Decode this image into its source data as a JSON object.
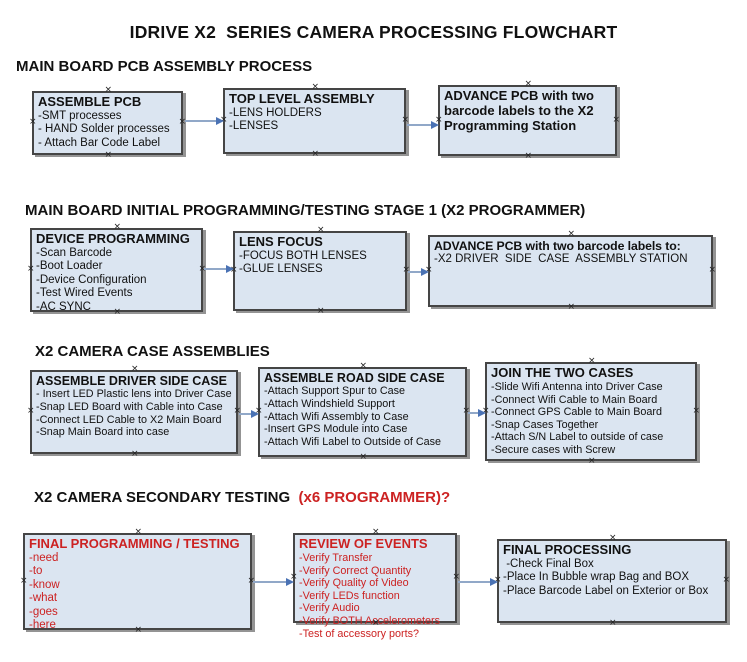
{
  "title": "IDRIVE X2  SERIES CAMERA PROCESSING FLOWCHART",
  "colors": {
    "box_fill": "#dbe5f1",
    "box_border": "#454545",
    "red_text": "#cc2222",
    "arrow_line": "#91a8c8",
    "arrow_head": "#4a72b4",
    "shadow": "#949494"
  },
  "decor": {
    "connection_marker": "×"
  },
  "sections": [
    {
      "header": "MAIN BOARD PCB ASSEMBLY PROCESS",
      "boxes": [
        {
          "title": "ASSEMBLE PCB",
          "lines": [
            "-SMT processes",
            "- HAND Solder processes",
            "- Attach Bar Code Label"
          ]
        },
        {
          "title": "TOP LEVEL ASSEMBLY",
          "lines": [
            "-LENS HOLDERS",
            "-LENSES"
          ]
        },
        {
          "title": "ADVANCE PCB with two barcode labels to the X2 Programming Station",
          "lines": []
        }
      ]
    },
    {
      "header": "MAIN BOARD INITIAL PROGRAMMING/TESTING STAGE 1 (X2 PROGRAMMER)",
      "boxes": [
        {
          "title": "DEVICE PROGRAMMING",
          "lines": [
            "-Scan Barcode",
            "-Boot Loader",
            "-Device Configuration",
            "-Test Wired Events",
            "-AC SYNC"
          ]
        },
        {
          "title": "LENS FOCUS",
          "lines": [
            "-FOCUS BOTH LENSES",
            "-GLUE LENSES"
          ]
        },
        {
          "title": "ADVANCE PCB with two barcode labels to:",
          "lines": [
            "-X2 DRIVER  SIDE  CASE  ASSEMBLY STATION"
          ]
        }
      ]
    },
    {
      "header": "X2 CAMERA CASE ASSEMBLIES",
      "boxes": [
        {
          "title": "ASSEMBLE DRIVER SIDE CASE",
          "lines": [
            "- Insert LED Plastic lens into Driver Case",
            "-Snap LED Board with Cable into Case",
            "-Connect LED Cable to X2 Main Board",
            "-Snap Main Board into case"
          ]
        },
        {
          "title": "ASSEMBLE ROAD SIDE CASE",
          "lines": [
            "-Attach Support Spur to Case",
            "-Attach Windshield Support",
            "-Attach Wifi Assembly to Case",
            "-Insert GPS Module into Case",
            "-Attach Wifi Label to Outside of Case"
          ]
        },
        {
          "title": "JOIN THE TWO CASES",
          "lines": [
            "-Slide Wifi Antenna into Driver Case",
            "-Connect Wifi Cable to Main Board",
            "-Connect GPS Cable to Main Board",
            "-Snap Cases Together",
            "-Attach S/N Label to outside of case",
            "-Secure cases with Screw"
          ]
        }
      ]
    },
    {
      "header": "X2 CAMERA SECONDARY TESTING ",
      "header_suffix": " (x6 PROGRAMMER)?",
      "boxes": [
        {
          "title": "FINAL PROGRAMMING / TESTING",
          "color": "red",
          "lines": [
            "-need",
            "-to",
            "-know",
            "-what",
            "-goes",
            "-here"
          ]
        },
        {
          "title": "REVIEW OF EVENTS",
          "color": "red",
          "lines": [
            "-Verify Transfer",
            "-Verify Correct Quantity",
            "-Verify Quality of Video",
            "-Verify LEDs function",
            "-Verify Audio",
            "-Verify BOTH Accelerometers",
            "-Test of accessory ports?"
          ]
        },
        {
          "title": "FINAL PROCESSING",
          "lines": [
            " -Check Final Box",
            "-Place In Bubble wrap Bag and BOX",
            "-Place Barcode Label on Exterior or Box"
          ]
        }
      ]
    }
  ]
}
